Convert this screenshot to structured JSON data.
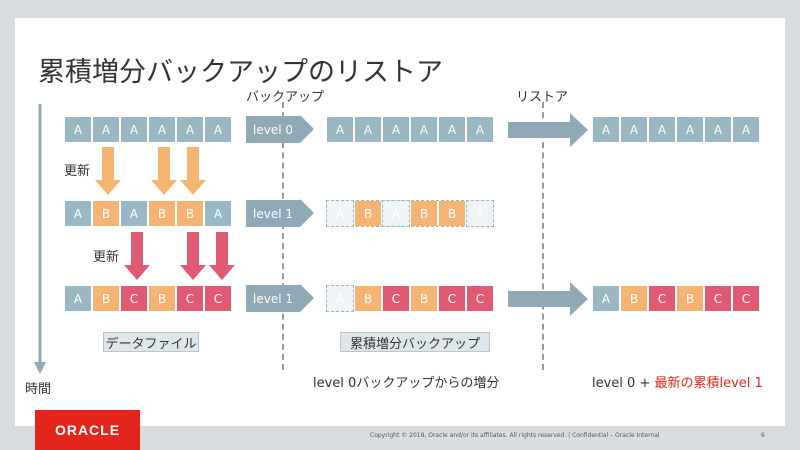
{
  "title": "累積増分バックアップのリストア",
  "headers": {
    "backup": "バックアップ",
    "restore": "リストア"
  },
  "time_label": "時間",
  "update_labels": [
    "更新",
    "更新"
  ],
  "datafile_rows": [
    [
      "A",
      "A",
      "A",
      "A",
      "A",
      "A"
    ],
    [
      "A",
      "B",
      "A",
      "B",
      "B",
      "A"
    ],
    [
      "A",
      "B",
      "C",
      "B",
      "C",
      "C"
    ]
  ],
  "level_labels": [
    "level 0",
    "level 1",
    "level 1"
  ],
  "backup_rows": [
    [
      "A",
      "A",
      "A",
      "A",
      "A",
      "A"
    ],
    [
      "A",
      "B",
      "A",
      "B",
      "B",
      "A"
    ],
    [
      "A",
      "B",
      "C",
      "B",
      "C",
      "C"
    ]
  ],
  "restore_rows": [
    [
      "A",
      "A",
      "A",
      "A",
      "A",
      "A"
    ],
    [
      "A",
      "B",
      "C",
      "B",
      "C",
      "C"
    ]
  ],
  "captions": {
    "datafile": "データファイル",
    "cumulative_backup": "累積増分バックアップ",
    "from_level0": "level 0バックアップからの増分",
    "restore_prefix": "level 0 + ",
    "restore_highlight": "最新の累積level 1"
  },
  "footer": {
    "copyright": "Copyright © 2018, Oracle and/or its affiliates. All rights reserved.  |  Confidential – Oracle Internal",
    "page_number": "6",
    "logo": "ORACLE"
  },
  "colors": {
    "A": "#9ab8c4",
    "B": "#f6b472",
    "C": "#df5a72",
    "accent_red": "#e3251b"
  }
}
